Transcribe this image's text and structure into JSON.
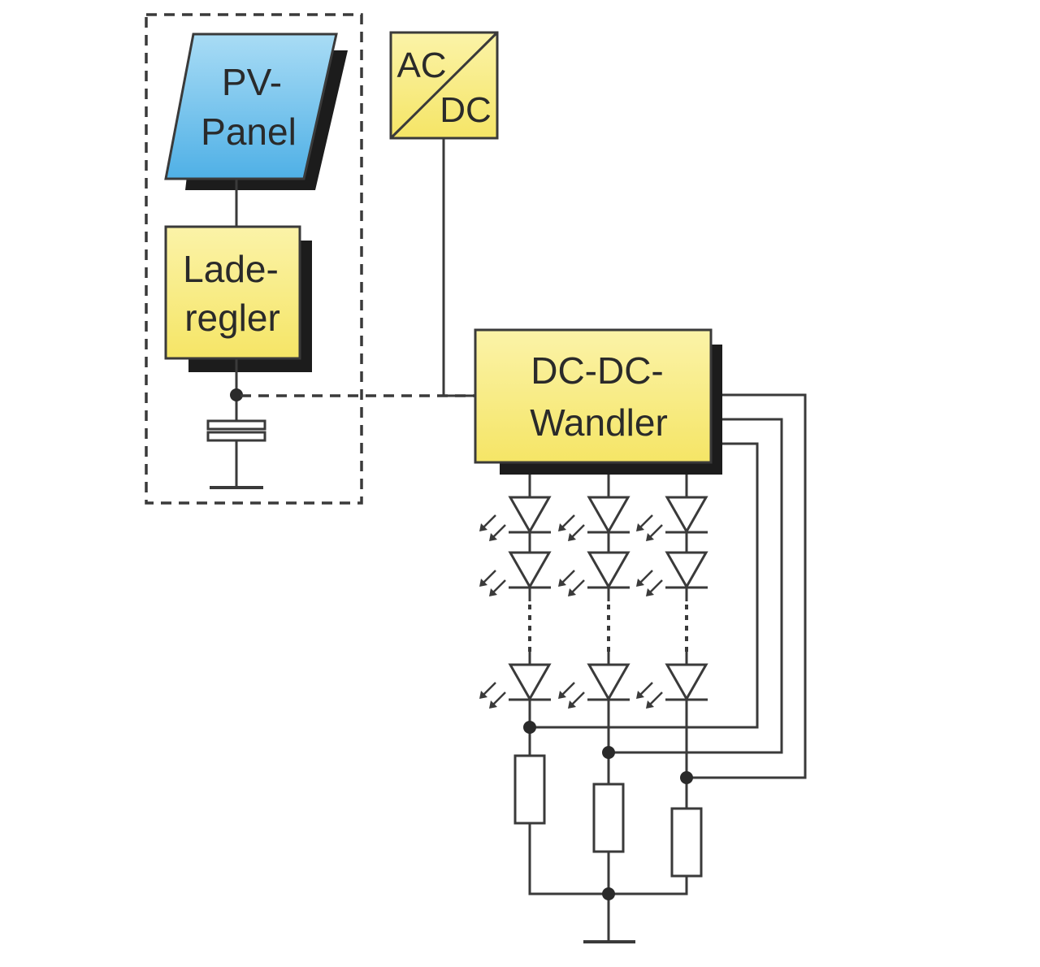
{
  "colors": {
    "yellow_box": "#f5e566",
    "yellow_box_light": "#fbf3a8",
    "pv_panel_top": "#a9dcf5",
    "pv_panel_bottom": "#4fb0e6",
    "line": "#3a3a3a",
    "shadow": "#1c1c1c"
  },
  "pv_panel": {
    "line1": "PV-",
    "line2": "Panel"
  },
  "charge_controller": {
    "line1": "Lade-",
    "line2": "regler"
  },
  "ac_dc": {
    "ac": "AC",
    "dc": "DC"
  },
  "dc_dc_converter": {
    "line1": "DC-DC-",
    "line2": "Wandler"
  },
  "led_strings": {
    "count": 3,
    "leds_shown_per_string": 3
  },
  "icons": [
    "led-icon",
    "resistor-icon",
    "capacitor-icon",
    "ground-icon"
  ]
}
